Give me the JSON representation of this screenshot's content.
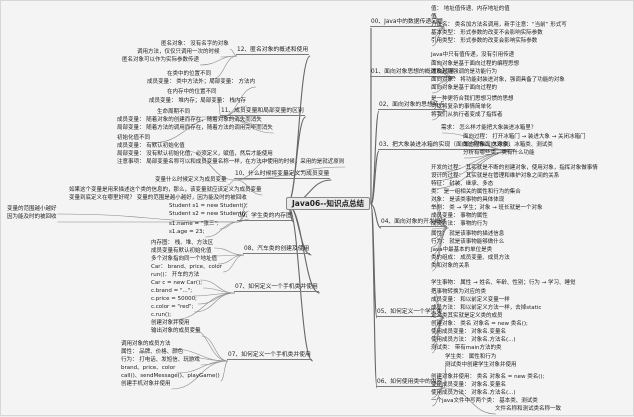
{
  "root": "Java06--知识点总结",
  "right_branches": [
    "00、Java中的数据传递问题",
    "01、面向对象思想的概述及起源",
    "02、面向对象的思想特点",
    "03、把大象装进冰箱的实现（面向过程和面向对象）",
    "04、面向对象的开发概述",
    "05、如何定义一个学生类",
    "06、如何使用类中的内容"
  ],
  "left_branches": [
    "12、匿名对象的概述和使用",
    "11、成员变量和局部变量的区别",
    "10、什么时候将变量定义为成员变量",
    "09、学生类的内存图",
    "08、汽车类的创建及使用",
    "07、如何定义一个手机类并使用",
    "07、如何定义一个手机类并使用"
  ],
  "right_leaves": [
    "值：  地址值传递、内存地址的值",
    "值",
    "方法名：  类名加方法名调用，新手注意：“当前”  形式写",
    "基本类型：  形式参数的改变不会影响实际参数",
    "引用类型：  形式参数的改变会影响实际参数",
    "Java中只有值传递，没有引用传递",
    "面向对象是基于面向过程的编程思想",
    "面向过程强调的是功能行为",
    "面向对象：  将功能封装进对象，强调具备了功能的对象",
    "面向对象是基于面向过程的",
    "是一种更符合我们思想习惯的思想",
    "可以将复杂的事情简单化",
    "将我们从执行者变成了指挥者",
    "需求：  怎么样才能把大象装进冰箱里？",
    "面向过程：  打开冰箱门 → 装进大象 → 关闭冰箱门",
    "面向对象：  大象类、冰箱类、测试类",
    "分析有哪些类，类有什么功能",
    "开发的过程：  其实就是不断的创建对象，使用对象，指挥对象做事情",
    "设计的过程：  其实就是在管理和维护对象之间的关系",
    "特征：  封装、继承、多态",
    "类：  是一组相关的属性和行为的集合",
    "对象：  是该类事物的具体体现",
    "举例：  类 → 学生；对象 → 班长就是一个对象",
    "成员变量：  事物的属性",
    "成员方法：  事物的行为",
    "属性：  就是该事物的描述信息",
    "行为：  就是该事物能够做什么",
    "Java中最基本的单位是类",
    "类的组成：  成员变量、成员方法",
    "类和对象的关系",
    "学生事物：  属性 → 姓名、年龄、性别；行为 → 学习、睡觉",
    "把事物转换为对应的类",
    "成员变量：  和以前定义变量一样",
    "成员方法：  和以前定义方法一样，去掉static",
    "定义类其实就是定义类的成员",
    "创建对象：  类名 对象名 = new 类名();",
    "使用成员变量：  对象名.变量名",
    "使用成员方法：  对象名.方法名(...)",
    "测试类：  带有main方法的类",
    "学生类：  属性和行为",
    "测试类中创建学生对象并使用",
    "创建对象并使用：  类名 对象名 = new 类名();",
    "使用成员变量：  对象名.变量名",
    "使用成员方法：  对象名.方法名(...)",
    "一个java文件中写两个类：  基本类、测试类",
    "文件名称和测试类名称一致"
  ],
  "left_leaves": [
    "匿名对象：  没有名字的对象",
    "调用方法，仅仅只调用一次的时候",
    "匿名对象可以作为实际参数传递",
    "在类中的位置不同",
    "成员变量：  类中方法外；局部变量：  方法内",
    "在内存中的位置不同",
    "成员变量：  堆内存；局部变量：  栈内存",
    "生命周期不同",
    "成员变量：  随着对象的创建而存在，随着对象的消失而消失",
    "局部变量：  随着方法的调用而存在，随着方法的调用完毕而消失",
    "初始化值不同",
    "成员变量：  有默认初始化值",
    "局部变量：  没有默认初始化值，必须定义，赋值，然后才能使用",
    "注意事项：  局部变量名称可以和成员变量名称一样，在方法中使用的时候，采用的是就近原则",
    "变量什么时候定义为成员变量",
    "如果这个变量是用来描述这个类的信息的，那么，该变量就应该定义为成员变量",
    "变量到底定义在哪里好呢？  变量的范围是越小越好，因为能及时的被回收",
    "变量的范围越小越好",
    "因为能及时的被回收",
    "Student s1 = new Student();",
    "Student s2 = new Student();",
    "s1.name = \"张三\";",
    "s1.age = 23;",
    "内存图：  栈、堆、方法区",
    "成员变量有默认初始化值",
    "多个对象指向同一个地址值",
    "Car：  brand、price、color",
    "run()：  开车的方法",
    "Car c = new Car();",
    "c.brand = \"...\";",
    "c.price = 50000;",
    "c.color = \"red\";",
    "c.run();",
    "创建对象并使用",
    "输出对象的成员变量",
    "调用对象的成员方法",
    "属性：  品牌、价格、颜色",
    "行为：  打电话、发短信、玩游戏",
    "brand、price、color",
    "call()、sendMessage()、playGame()",
    "创建手机对象并使用",
    "输出结果"
  ]
}
